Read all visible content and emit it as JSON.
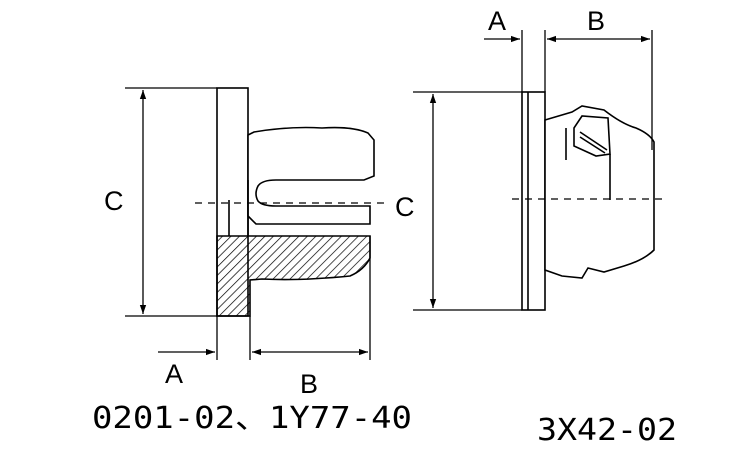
{
  "labels": {
    "dim_a": "A",
    "dim_b": "B",
    "dim_c": "C"
  },
  "part_numbers": {
    "left": "0201-02、1Y77-40",
    "right": "3X42-02"
  },
  "colors": {
    "line": "#000000",
    "background": "#ffffff"
  }
}
